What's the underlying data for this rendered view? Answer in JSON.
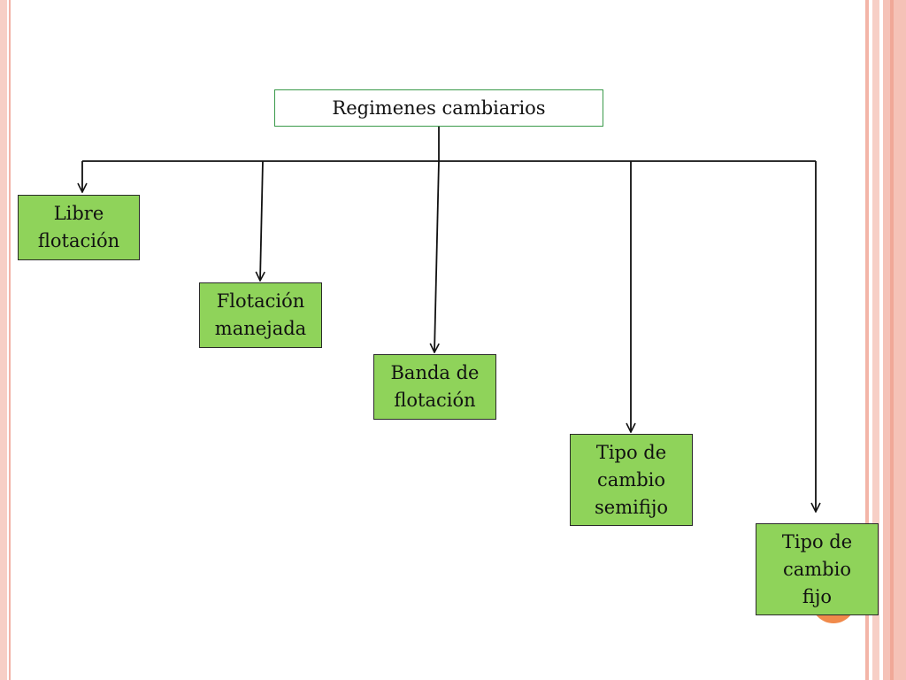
{
  "diagram": {
    "root": {
      "label": "Regimenes cambiarios"
    },
    "children": [
      {
        "label": "Libre\nflotación"
      },
      {
        "label": "Flotación\nmanejada"
      },
      {
        "label": "Banda de\nflotación"
      },
      {
        "label": "Tipo de\ncambio\nsemifijo"
      },
      {
        "label": "Tipo de\ncambio\nfijo"
      }
    ]
  },
  "colors": {
    "child_fill": "#8fd35a",
    "root_border": "#3a9a4a",
    "connector": "#111111",
    "slide_border": "#f5c2b7",
    "slide_dot": "#f08a4b"
  }
}
